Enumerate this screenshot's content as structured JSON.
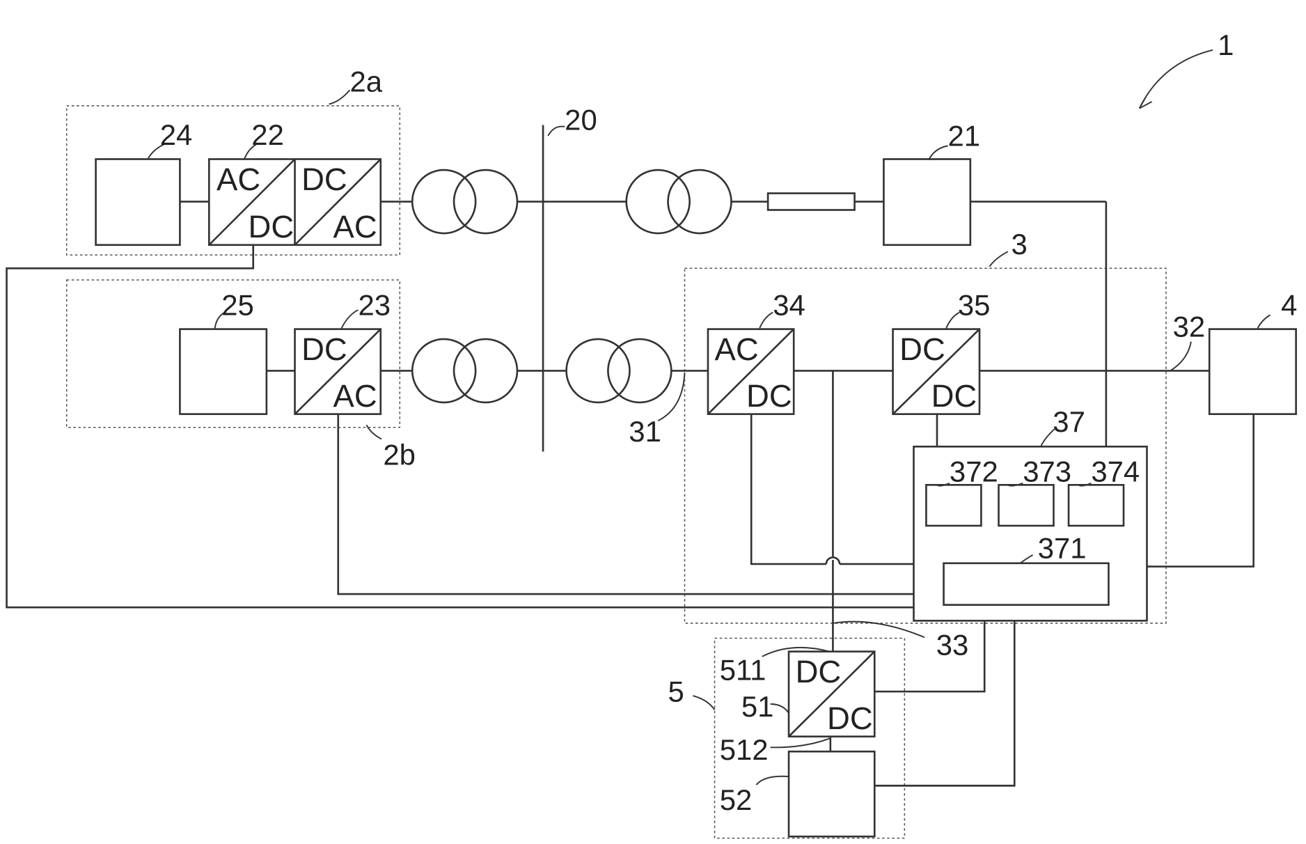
{
  "labels": {
    "system": "1",
    "grid_bus": "20",
    "meter": "21",
    "pcs_2a": "22",
    "inverter_2b": "23",
    "source_2a": "24",
    "source_2b": "25",
    "group_2a": "2a",
    "group_2b": "2b",
    "device_3": "3",
    "ac_line": "31",
    "dc_line": "32",
    "dc_bus": "33",
    "acdc_34": "34",
    "dcdc_35": "35",
    "controller": "37",
    "ctrl_371": "371",
    "ctrl_372": "372",
    "ctrl_373": "373",
    "ctrl_374": "374",
    "load_4": "4",
    "storage_5": "5",
    "dcdc_51": "51",
    "terminal_511": "511",
    "terminal_512": "512",
    "battery_52": "52"
  },
  "converter_text": {
    "ac": "AC",
    "dc": "DC"
  }
}
